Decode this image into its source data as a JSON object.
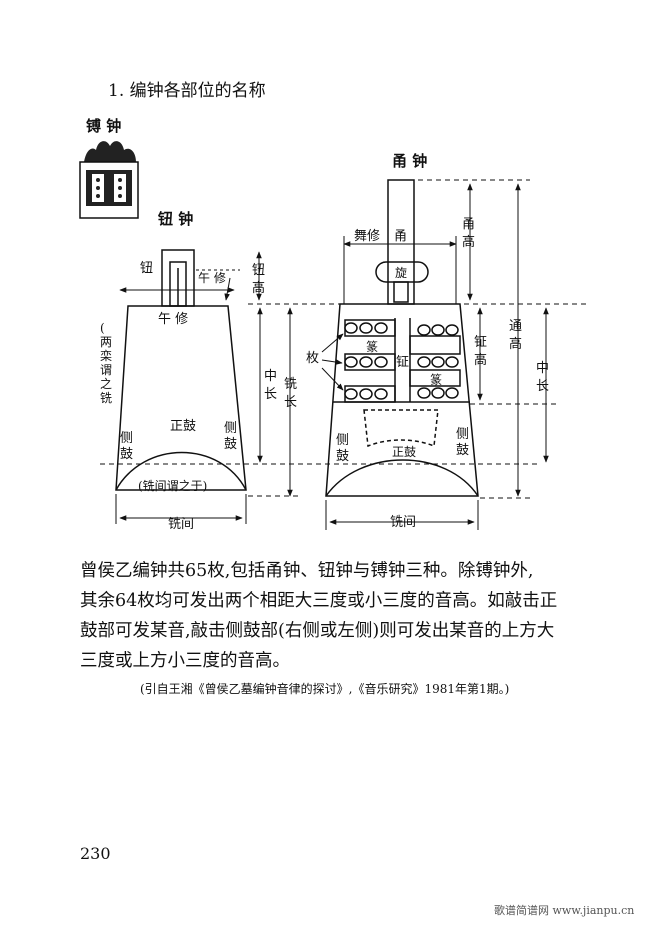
{
  "heading": "1. 编钟各部位的名称",
  "diagram": {
    "bo_bell_title": "镈 钟",
    "niu_bell_title": "钮 钟",
    "yong_bell_title": "甬 钟",
    "niu": {
      "niu": "钮",
      "wu_xiu_top": "午 修",
      "niu_gao": [
        "钮",
        "高"
      ],
      "wu_xiu": "午 修",
      "liang_luan": [
        "(",
        "两",
        "栾",
        "谓",
        "之",
        "铣",
        ")"
      ],
      "zhong_chang": [
        "中",
        "长"
      ],
      "xian_chang": [
        "铣",
        "长"
      ],
      "zheng_gu": "正鼓",
      "ce_gu_left": [
        "侧",
        "鼓"
      ],
      "ce_gu_right": [
        "侧",
        "鼓"
      ],
      "yu_label": "(铣间谓之于)",
      "xian_jian": "铣间"
    },
    "yong": {
      "wu_xiu": "舞修",
      "yong": "甬",
      "yong_gao": [
        "甬",
        "高"
      ],
      "xuan": "旋",
      "tong_gao": [
        "通",
        "高"
      ],
      "zhong_chang": [
        "中",
        "长"
      ],
      "mei": "枚",
      "zhuan_1": "篆",
      "zhuan_2": "篆",
      "zheng": "钲",
      "zheng_gao": [
        "钲",
        "高"
      ],
      "ce_gu_left": [
        "侧",
        "鼓"
      ],
      "ce_gu_right": [
        "侧",
        "鼓"
      ],
      "zheng_gu": "正鼓",
      "xian_jian": "铣间"
    }
  },
  "body": {
    "lines": [
      "曾侯乙编钟共65枚,包括甬钟、钮钟与镈钟三种。除镈钟外,",
      "其余64枚均可发出两个相距大三度或小三度的音高。如敲击正",
      "鼓部可发某音,敲击侧鼓部(右侧或左侧)则可发出某音的上方大",
      "三度或上方小三度的音高。"
    ]
  },
  "citation": "(引自王湘《曾侯乙墓编钟音律的探讨》,《音乐研究》1981年第1期。)",
  "page_number": "230",
  "watermark": "歌谱简谱网 www.jianpu.cn"
}
